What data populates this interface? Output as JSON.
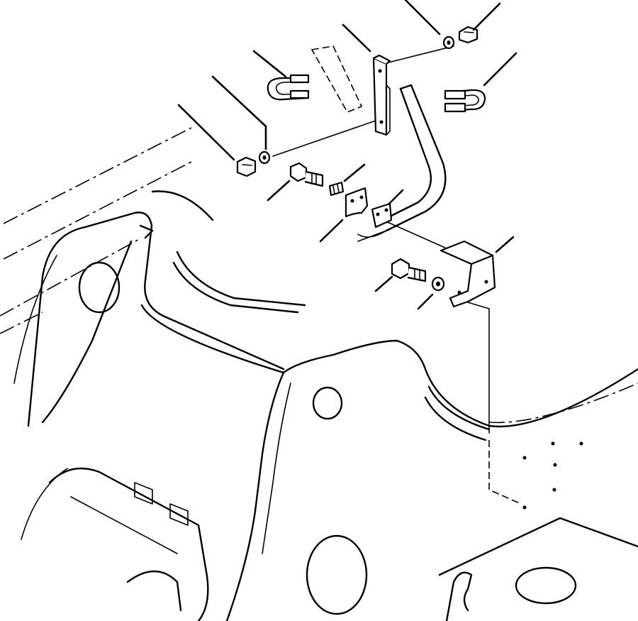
{
  "diagram": {
    "type": "exploded-parts-view",
    "line_color": "#000000",
    "background_color": "#ffffff",
    "parts": [
      {
        "name": "u-bolt-upper"
      },
      {
        "name": "u-bolt-right"
      },
      {
        "name": "clamp-plate"
      },
      {
        "name": "nut-top-right"
      },
      {
        "name": "washer-top-right"
      },
      {
        "name": "nut-left"
      },
      {
        "name": "washer-left"
      },
      {
        "name": "bolt-upper"
      },
      {
        "name": "spacer"
      },
      {
        "name": "clip-bracket"
      },
      {
        "name": "mounting-bracket"
      },
      {
        "name": "bolt-lower"
      },
      {
        "name": "washer-lower"
      },
      {
        "name": "hose-tube"
      }
    ]
  }
}
